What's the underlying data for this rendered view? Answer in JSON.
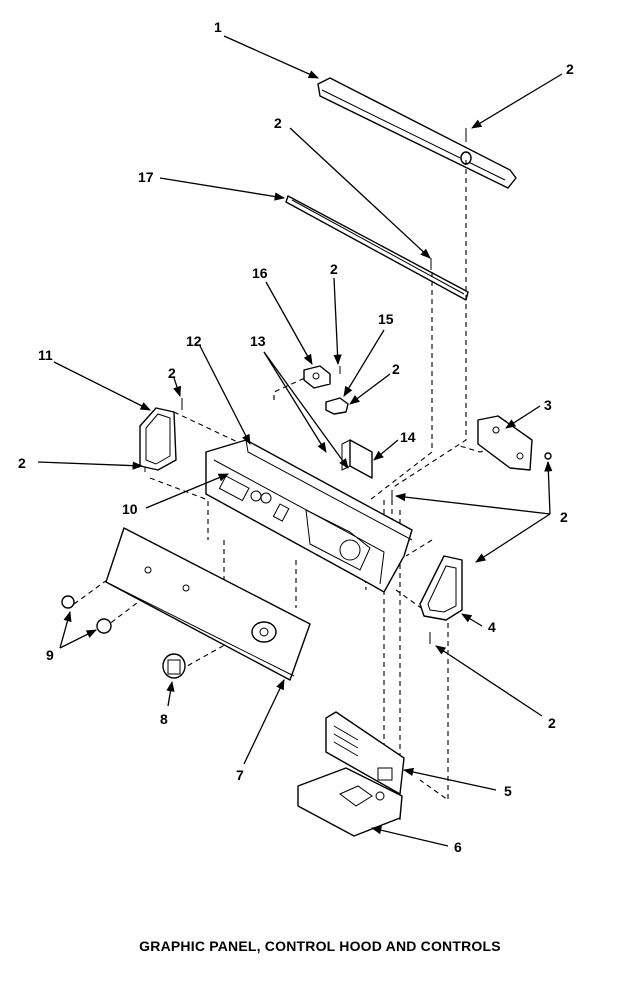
{
  "caption": "GRAPHIC PANEL, CONTROL HOOD AND CONTROLS",
  "callouts": {
    "c1": "1",
    "c2a": "2",
    "c2b": "2",
    "c17": "17",
    "c16": "16",
    "c2c": "2",
    "c15": "15",
    "c2d": "2",
    "c11": "11",
    "c2e": "2",
    "c12": "12",
    "c13": "13",
    "c3": "3",
    "c14": "14",
    "c2f": "2",
    "c10": "10",
    "c2g": "2",
    "c9": "9",
    "c4": "4",
    "c8": "8",
    "c7": "7",
    "c2h": "2",
    "c5": "5",
    "c6": "6"
  }
}
